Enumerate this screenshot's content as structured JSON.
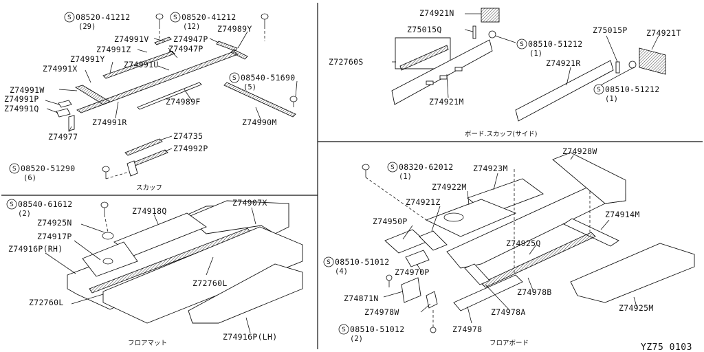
{
  "catalog_code": "YZ75 0103",
  "captions": {
    "scuff": "スカッフ",
    "board_scuff_side": "ボード.スカッフ(サイド)",
    "floor_mat": "フロアマット",
    "floor_board": "フロアボード"
  },
  "screw_symbol": "S",
  "labels": {
    "z74921n": "Z74921N",
    "z75015q": "Z75015Q",
    "s08510_51212_a": "08510-51212",
    "s08510_51212_a_qty": "(1)",
    "z72760s": "Z72760S",
    "z75015p": "Z75015P",
    "z74921t": "Z74921T",
    "z74921r": "Z74921R",
    "s08510_51212_b": "08510-51212",
    "s08510_51212_b_qty": "(1)",
    "z74921m": "Z74921M",
    "s08520_41212_a": "08520-41212",
    "s08520_41212_a_qty": "(29)",
    "s08520_41212_b": "08520-41212",
    "s08520_41212_b_qty": "(12)",
    "z74991v": "Z74991V",
    "z74947p_a": "Z74947P",
    "z74989y": "Z74989Y",
    "z74991z": "Z74991Z",
    "z74947p_b": "Z74947P",
    "z74991y": "Z74991Y",
    "z74991u": "Z74991U",
    "z74991x": "Z74991X",
    "s08540_51690": "08540-51690",
    "s08540_51690_qty": "(5)",
    "z74991w": "Z74991W",
    "z74991p": "Z74991P",
    "z74991q": "Z74991Q",
    "z74989f": "Z74989F",
    "z74991r": "Z74991R",
    "z74990m": "Z74990M",
    "z74977": "Z74977",
    "z74735": "Z74735",
    "z74992p": "Z74992P",
    "s08520_51290": "08520-51290",
    "s08520_51290_qty": "(6)",
    "s08540_61612": "08540-61612",
    "s08540_61612_qty": "(2)",
    "z74918q": "Z74918Q",
    "z74907x": "Z74907X",
    "z74925n": "Z74925N",
    "z74917p": "Z74917P",
    "z74916p_rh": "Z74916P(RH)",
    "z72760l_a": "Z72760L",
    "z72760l_b": "Z72760L",
    "z74916p_lh": "Z74916P(LH)",
    "s08320_62012": "08320-62012",
    "s08320_62012_qty": "(1)",
    "z74928w": "Z74928W",
    "z74923m": "Z74923M",
    "z74922m": "Z74922M",
    "z74921z": "Z74921Z",
    "z74950p": "Z74950P",
    "z74914m": "Z74914M",
    "z74925q": "Z74925Q",
    "s08510_51012_a": "08510-51012",
    "s08510_51012_a_qty": "(4)",
    "z74970p": "Z74970P",
    "z74871n": "Z74871N",
    "z74978b": "Z74978B",
    "z74978w": "Z74978W",
    "z74978a": "Z74978A",
    "z74925m": "Z74925M",
    "s08510_51012_b": "08510-51012",
    "s08510_51012_b_qty": "(2)",
    "z74978": "Z74978"
  }
}
